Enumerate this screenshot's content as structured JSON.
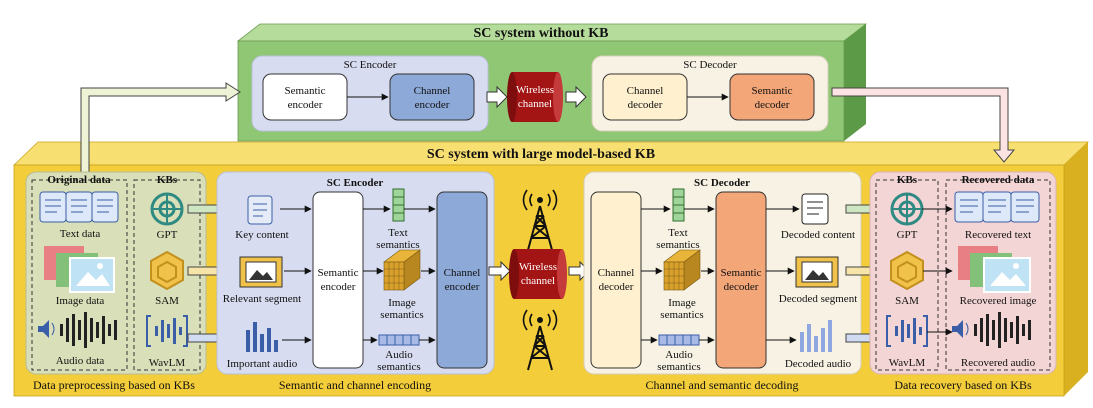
{
  "top_system": {
    "title": "SC system without KB",
    "encoder": {
      "title": "SC Encoder",
      "semantic_encoder": [
        "Semantic",
        "encoder"
      ],
      "channel_encoder": [
        "Channel",
        "encoder"
      ]
    },
    "wireless_channel": [
      "Wireless",
      "channel"
    ],
    "decoder": {
      "title": "SC Decoder",
      "channel_decoder": [
        "Channel",
        "decoder"
      ],
      "semantic_decoder": [
        "Semantic",
        "decoder"
      ]
    }
  },
  "bottom_system": {
    "title": "SC system with large model-based KB",
    "preprocessing": {
      "original_data_title": "Original data",
      "kbs_title": "KBs",
      "text_data": "Text data",
      "image_data": "Image data",
      "audio_data": "Audio data",
      "gpt": "GPT",
      "sam": "SAM",
      "wavlm": "WavLM",
      "caption": "Data preprocessing based on KBs"
    },
    "encoding": {
      "title": "SC Encoder",
      "key_content": "Key content",
      "relevant_segment": "Relevant segment",
      "important_audio": "Important audio",
      "semantic_encoder": [
        "Semantic",
        "encoder"
      ],
      "text_semantics": [
        "Text",
        "semantics"
      ],
      "image_semantics": [
        "Image",
        "semantics"
      ],
      "audio_semantics": [
        "Audio",
        "semantics"
      ],
      "channel_encoder": [
        "Channel",
        "encoder"
      ],
      "caption": "Semantic and channel encoding"
    },
    "wireless_channel": [
      "Wireless",
      "channel"
    ],
    "decoding": {
      "title": "SC Decoder",
      "channel_decoder": [
        "Channel",
        "decoder"
      ],
      "text_semantics": [
        "Text",
        "semantics"
      ],
      "image_semantics": [
        "Image",
        "semantics"
      ],
      "audio_semantics": [
        "Audio",
        "semantics"
      ],
      "semantic_decoder": [
        "Semantic",
        "decoder"
      ],
      "decoded_content": "Decoded content",
      "decoded_segment": "Decoded segment",
      "decoded_audio": "Decoded audio",
      "caption": "Channel and semantic decoding"
    },
    "recovery": {
      "kbs_title": "KBs",
      "recovered_data_title": "Recovered data",
      "gpt": "GPT",
      "sam": "SAM",
      "wavlm": "WavLM",
      "recovered_text": "Recovered text",
      "recovered_image": "Recovered image",
      "recovered_audio": "Recovered audio",
      "caption": "Data recovery based on KBs"
    }
  },
  "colors": {
    "top_box": "#8fc774",
    "top_box_top": "#b6dc9c",
    "top_box_side": "#5d9a47",
    "bottom_box": "#f3cd3a",
    "bottom_box_top": "#f8df72",
    "bottom_box_side": "#d9b020",
    "encoder_panel": "#d7dcf0",
    "decoder_panel": "#f7f2e4",
    "left_panel": "#d9dfb8",
    "right_panel": "#f4d5d5",
    "channel_encoder": "#8da9d8",
    "semantic_decoder": "#f3a678",
    "channel_decoder": "#fff1cf",
    "wireless": "#a31414",
    "teal": "#2e8a82",
    "gold": "#e0b23a",
    "blue": "#3b5ea8"
  }
}
